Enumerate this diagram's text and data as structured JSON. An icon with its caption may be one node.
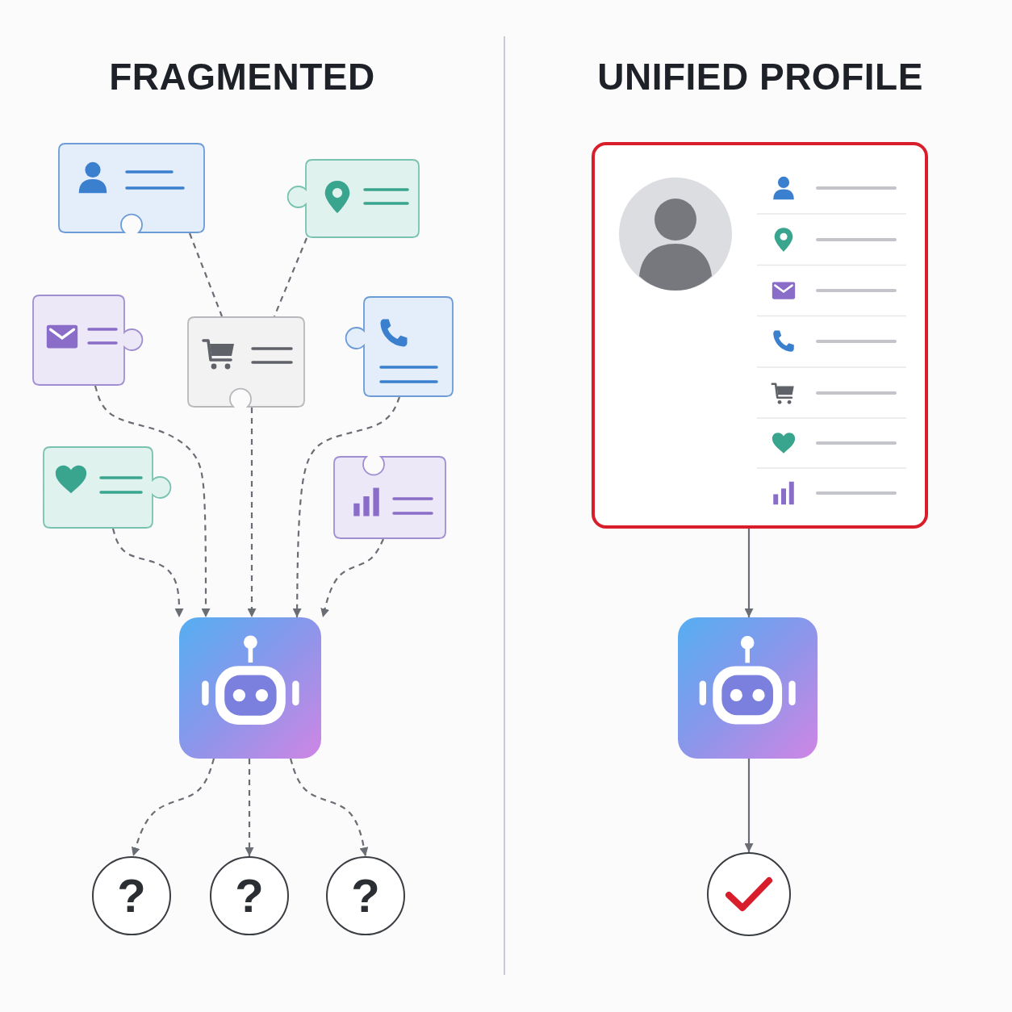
{
  "diagram": {
    "nodes": [
      {
        "text": [],
        "shape": "box"
      },
      {
        "text": [],
        "shape": "box"
      },
      {
        "text": [],
        "shape": "box"
      },
      {
        "text": [],
        "shape": "box"
      },
      {
        "text": [],
        "shape": "box"
      },
      {
        "text": [],
        "shape": "box"
      },
      {
        "text": [],
        "shape": "box"
      },
      {
        "text": [],
        "shape": "box"
      },
      {
        "text": [],
        "shape": "box"
      },
      {
        "text": [],
        "shape": "box"
      },
      {
        "text": [
          "?"
        ]
      },
      {
        "text": [
          "?"
        ]
      },
      {
        "text": [
          "?"
        ]
      },
      {
        "text": [],
        "shape": "circle"
      }
    ],
    "edges": [
      {
        "from": 0,
        "to": 3,
        "arrow": "none",
        "style": "dashed"
      },
      {
        "from": 1,
        "to": 3,
        "arrow": "none",
        "style": "dashed"
      },
      {
        "from": 2,
        "to": 8,
        "arrow": "to",
        "style": "dashed"
      },
      {
        "from": 5,
        "to": 8,
        "arrow": "to",
        "style": "dashed"
      },
      {
        "from": 3,
        "to": 8,
        "arrow": "to",
        "style": "dashed"
      },
      {
        "from": 4,
        "to": 8,
        "arrow": "to",
        "style": "dashed"
      },
      {
        "from": 6,
        "to": 8,
        "arrow": "to",
        "style": "dashed"
      },
      {
        "from": 8,
        "to": 10,
        "arrow": "to",
        "style": "dashed"
      },
      {
        "from": 8,
        "to": 11,
        "arrow": "to",
        "style": "dashed"
      },
      {
        "from": 8,
        "to": 12,
        "arrow": "to",
        "style": "dashed"
      },
      {
        "from": 7,
        "to": 9,
        "arrow": "to"
      },
      {
        "from": 9,
        "to": 13,
        "arrow": "to"
      }
    ],
    "labels": [
      "FRAGMENTED",
      "UNIFIED PROFILE"
    ]
  }
}
